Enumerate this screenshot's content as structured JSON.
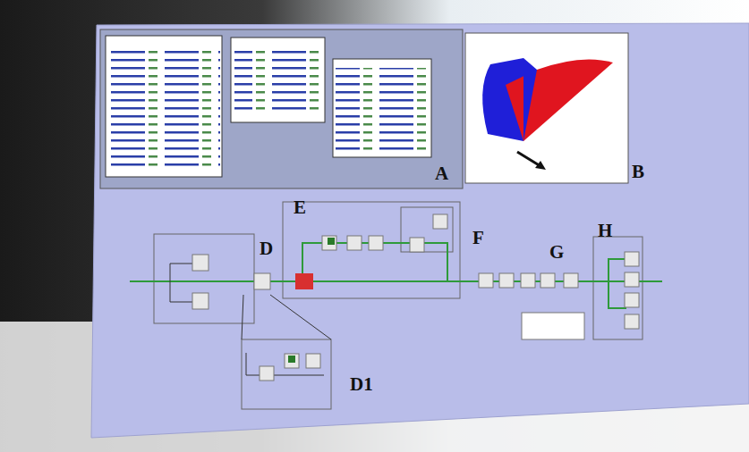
{
  "diagram": {
    "labels": [
      "A",
      "B",
      "E",
      "D",
      "F",
      "G",
      "H",
      "D1"
    ]
  }
}
